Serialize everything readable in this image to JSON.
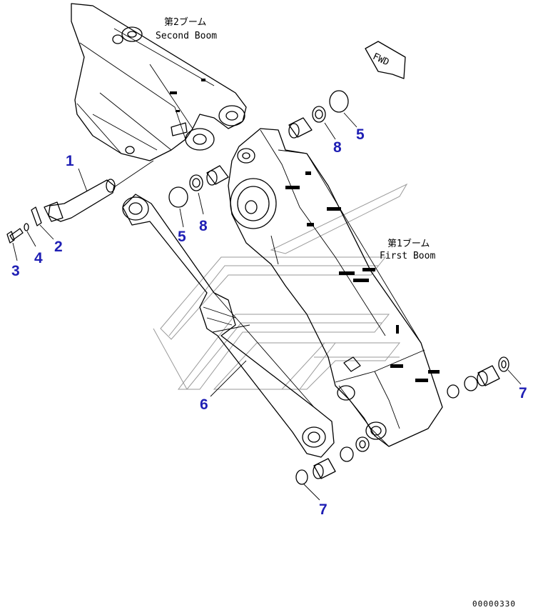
{
  "labels": {
    "second_boom_jp": "第2ブーム",
    "second_boom_en": "Second Boom",
    "first_boom_jp": "第1ブーム",
    "first_boom_en": "First Boom",
    "fwd": "FWD"
  },
  "callouts": [
    {
      "id": "1",
      "text": "1"
    },
    {
      "id": "2",
      "text": "2"
    },
    {
      "id": "3",
      "text": "3"
    },
    {
      "id": "4",
      "text": "4"
    },
    {
      "id": "5a",
      "text": "5"
    },
    {
      "id": "5b",
      "text": "5"
    },
    {
      "id": "6",
      "text": "6"
    },
    {
      "id": "7a",
      "text": "7"
    },
    {
      "id": "7b",
      "text": "7"
    },
    {
      "id": "8a",
      "text": "8"
    },
    {
      "id": "8b",
      "text": "8"
    }
  ],
  "doc_number": "00000330",
  "colors": {
    "callout": "#1f1fb4",
    "line": "#000000",
    "watermark": "#9a9a9a"
  }
}
